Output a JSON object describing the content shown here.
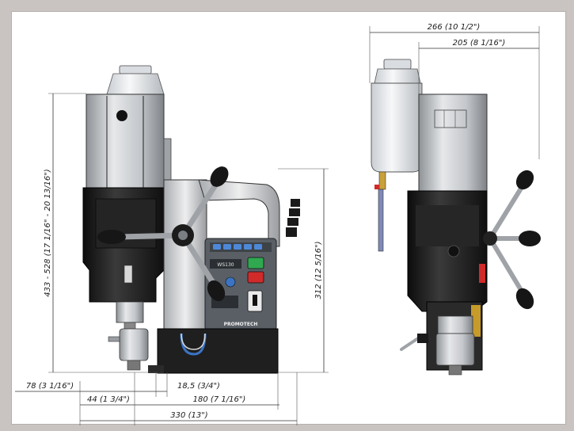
{
  "dimensions": {
    "total_width": "330 (13\")",
    "width_180": "180 (7 1/16\")",
    "offset_44": "44 (1 3/4\")",
    "offset_78": "78 (3 1/16\")",
    "offset_18_5": "18,5 (3/4\")",
    "height_range": "433 - 528 (17 1/16\" - 20 13/16\")",
    "height_312": "312 (12 5/16\")",
    "side_width_266": "266 (10 1/2\")",
    "side_width_205": "205 (8 1/16\")"
  },
  "panel_labels": {
    "model": "WS130",
    "brand": "PROMOTECH"
  },
  "colors": {
    "background": "#c9c4c1",
    "body_black": "#1c1c1c",
    "aluminium": "#b9bcc0",
    "bottle": "#e9ecef",
    "green_button": "#2fa84f",
    "red_button": "#d02a2a",
    "blue_button": "#3b74c4",
    "brass": "#c79b2a"
  }
}
